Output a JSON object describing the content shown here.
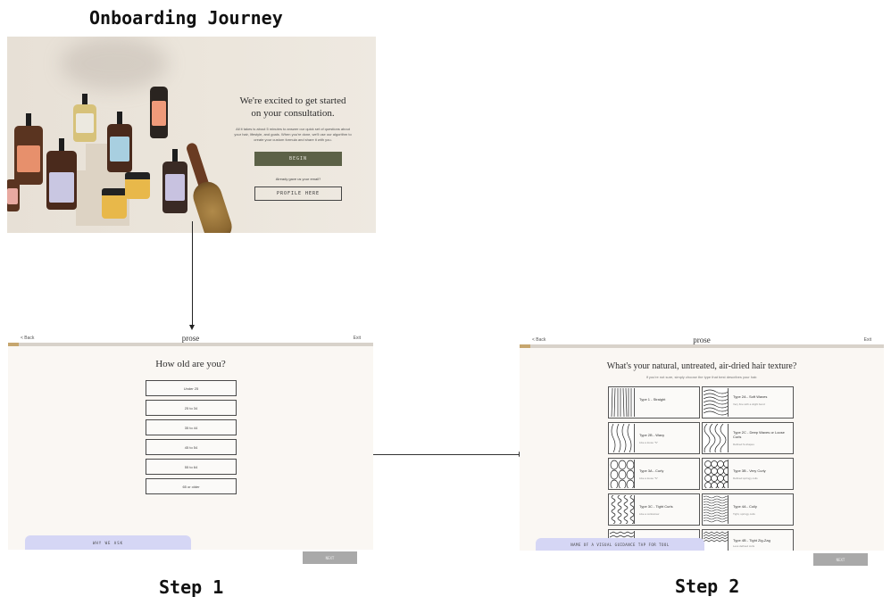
{
  "board": {
    "title": "Onboarding Journey",
    "step1_label": "Step 1",
    "step2_label": "Step 2"
  },
  "hero": {
    "heading": "We're excited to get started on your consultation.",
    "body": "All it takes is about 5 minutes to answer our quick set of questions about your hair, lifestyle, and goals. When you're done, we'll use our algorithm to create your custom formula and share it with you.",
    "begin_label": "BEGIN",
    "signin_text": "Already gave us your email?",
    "profile_label": "PROFILE HERE"
  },
  "step1": {
    "back_label": "< Back",
    "logo": "prose",
    "exit_label": "Exit",
    "question": "How old are you?",
    "options": [
      "Under 25",
      "25 to 34",
      "35 to 44",
      "45 to 54",
      "55 to 64",
      "65 or older"
    ],
    "chip_label": "WHY WE ASK",
    "next_label": "NEXT"
  },
  "step2": {
    "back_label": "< Back",
    "logo": "prose",
    "exit_label": "Exit",
    "question": "What's your natural, untreated, air-dried hair texture?",
    "subtext": "If you're not sure, simply choose the type that best describes your hair.",
    "types": [
      {
        "title": "Type 1 - Straight",
        "sub": ""
      },
      {
        "title": "Type 2A - Soft Waves",
        "sub": "Very fine with a slight bend"
      },
      {
        "title": "Type 2B - Wavy",
        "sub": "Like a loose \"S\""
      },
      {
        "title": "Type 2C - Deep Waves or Loose Curls",
        "sub": "Defined S-shapes"
      },
      {
        "title": "Type 3A - Curly",
        "sub": "Like a loose \"S\""
      },
      {
        "title": "Type 3B - Very Curly",
        "sub": "Defined springy coils"
      },
      {
        "title": "Type 3C - Tight Curls",
        "sub": "Like a corkscrew"
      },
      {
        "title": "Type 4A - Coily",
        "sub": "Tight, springy coils"
      },
      {
        "title": "Type 4B - Tight Zig-Zag",
        "sub": "Less defined curls"
      }
    ],
    "chip_label": "NAME OF A VISUAL GUIDANCE TAP FOR TOOL",
    "next_label": "NEXT"
  },
  "colors": {
    "begin_button": "#5c6147",
    "progress_fill": "#c6a66e",
    "help_chip": "#d5d6f5"
  }
}
